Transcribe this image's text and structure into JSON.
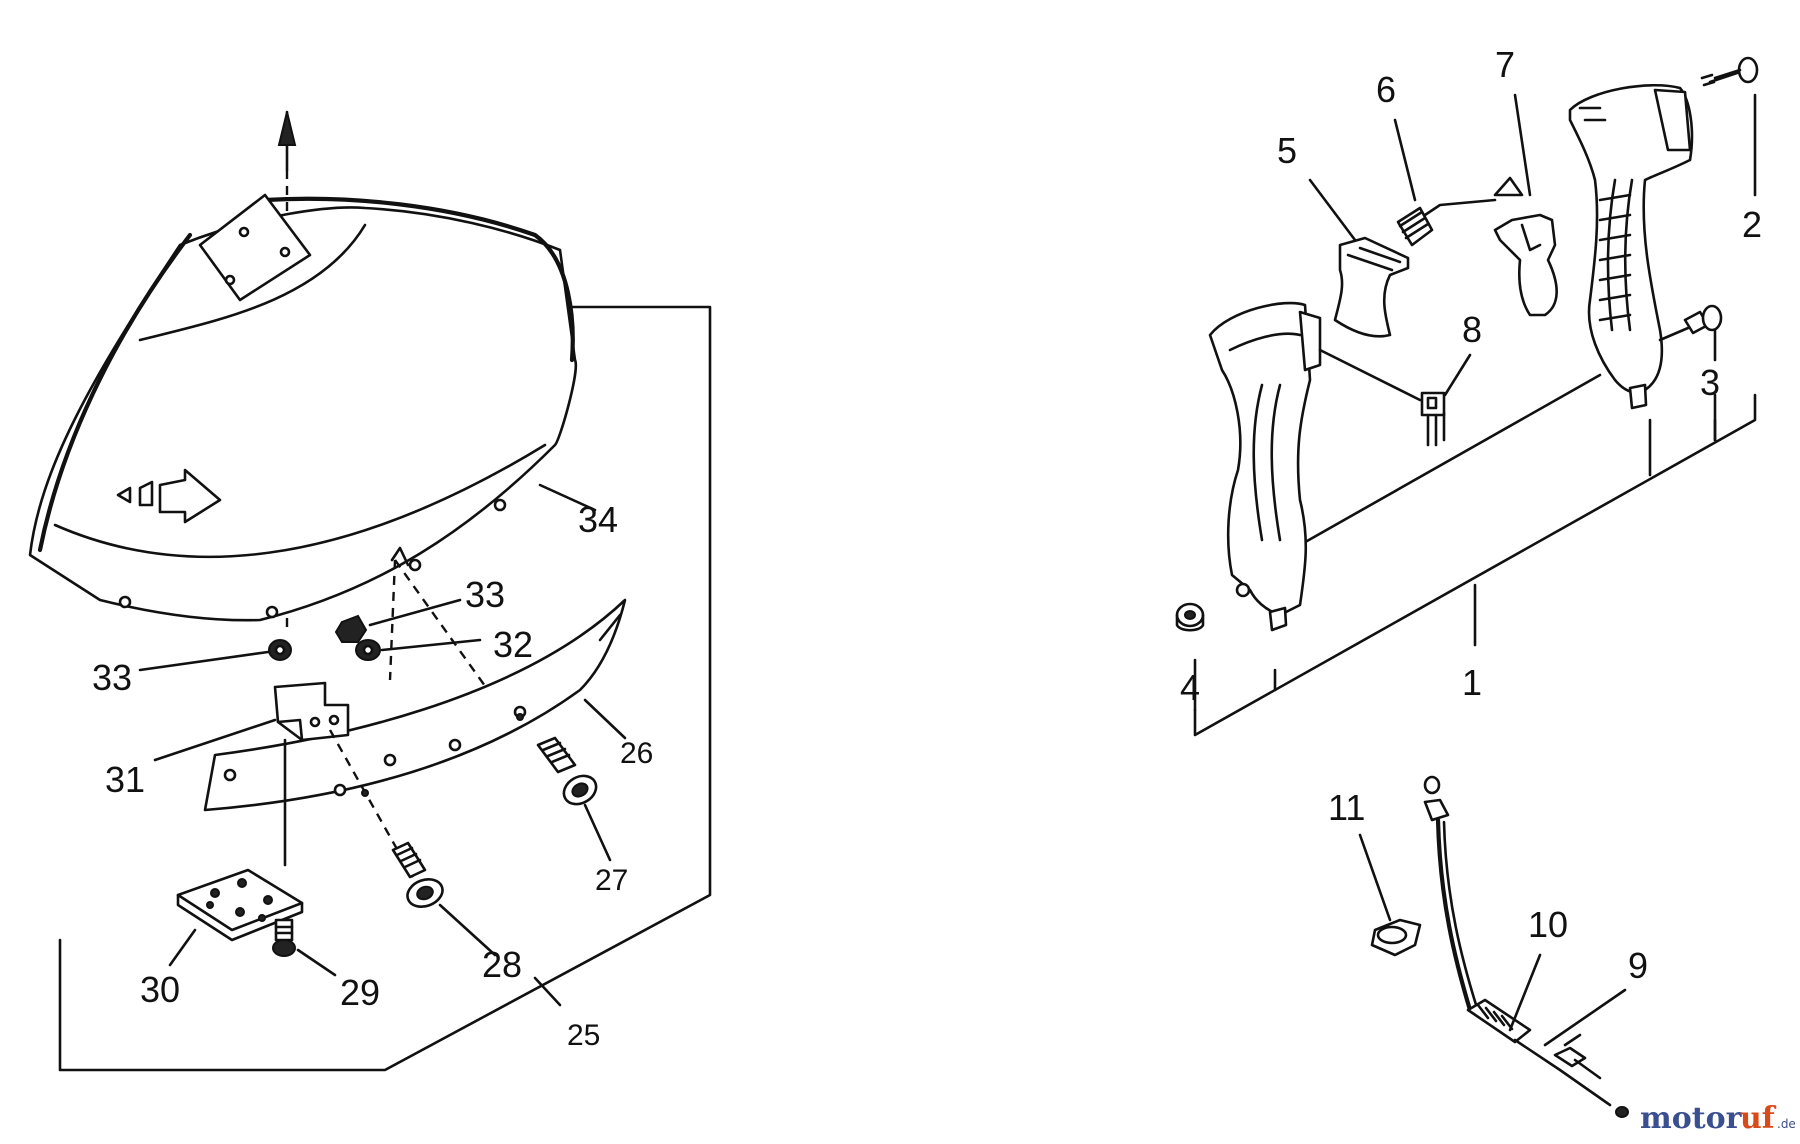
{
  "callouts": [
    {
      "id": "1",
      "text": "1"
    },
    {
      "id": "2",
      "text": "2"
    },
    {
      "id": "3",
      "text": "3"
    },
    {
      "id": "4",
      "text": "4"
    },
    {
      "id": "5",
      "text": "5"
    },
    {
      "id": "6",
      "text": "6"
    },
    {
      "id": "7",
      "text": "7"
    },
    {
      "id": "8",
      "text": "8"
    },
    {
      "id": "9",
      "text": "9"
    },
    {
      "id": "10",
      "text": "10"
    },
    {
      "id": "11",
      "text": "11"
    },
    {
      "id": "25",
      "text": "25"
    },
    {
      "id": "26",
      "text": "26"
    },
    {
      "id": "27",
      "text": "27"
    },
    {
      "id": "28",
      "text": "28"
    },
    {
      "id": "29",
      "text": "29"
    },
    {
      "id": "30",
      "text": "30"
    },
    {
      "id": "31",
      "text": "31"
    },
    {
      "id": "32",
      "text": "32"
    },
    {
      "id": "33a",
      "text": "33"
    },
    {
      "id": "33b",
      "text": "33"
    },
    {
      "id": "34",
      "text": "34"
    }
  ],
  "watermark": {
    "part1": "motor",
    "part2": "uf",
    "suffix": ".de"
  },
  "colors": {
    "line": "#111111",
    "background": "#ffffff",
    "watermark_blue": "#3a4f8f",
    "watermark_orange": "#d94a1a"
  }
}
